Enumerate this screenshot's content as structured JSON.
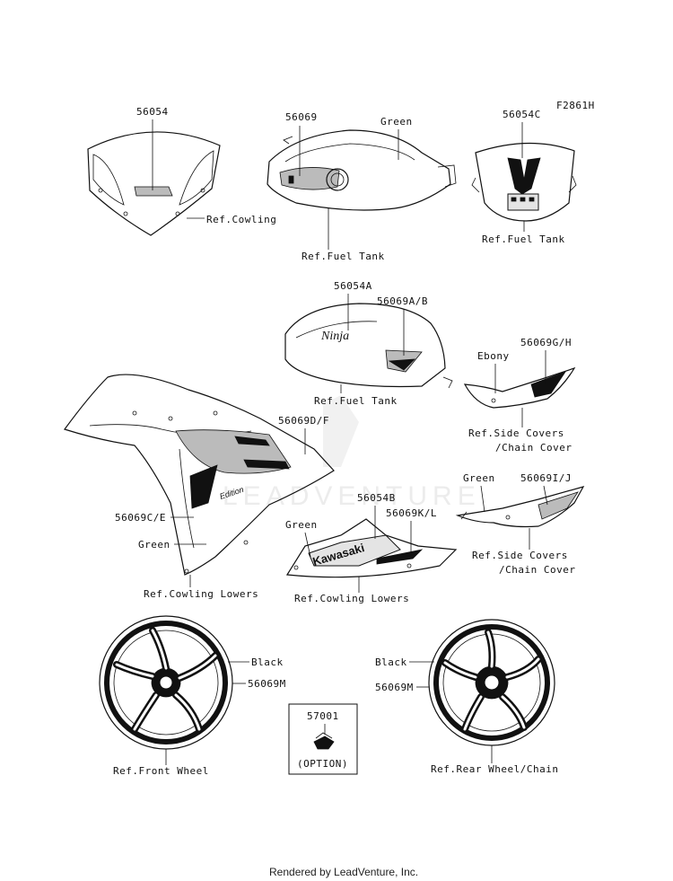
{
  "diagram_code": "F2861H",
  "watermark": "LEADVENTURE",
  "credit": "Rendered by LeadVenture, Inc.",
  "labels": {
    "p56054": "56054",
    "ref_cowling": "Ref.Cowling",
    "p56069": "56069",
    "green_tank": "Green",
    "ref_fuel_tank_1": "Ref.Fuel Tank",
    "p56054C": "56054C",
    "ref_fuel_tank_2": "Ref.Fuel Tank",
    "p56054A": "56054A",
    "p56069AB": "56069A/B",
    "ref_fuel_tank_3": "Ref.Fuel Tank",
    "ebony": "Ebony",
    "p56069GH": "56069G/H",
    "ref_side_covers_1": "Ref.Side Covers",
    "chain_cover_1": "/Chain Cover",
    "p56069DF": "56069D/F",
    "p56069CE": "56069C/E",
    "green_cowl": "Green",
    "ref_cowling_lowers_1": "Ref.Cowling Lowers",
    "p56054B": "56054B",
    "p56069KL": "56069K/L",
    "green_lower": "Green",
    "ref_cowling_lowers_2": "Ref.Cowling Lowers",
    "green_side": "Green",
    "p56069IJ": "56069I/J",
    "ref_side_covers_2": "Ref.Side Covers",
    "chain_cover_2": "/Chain Cover",
    "black_front": "Black",
    "p56069M_front": "56069M",
    "ref_front_wheel": "Ref.Front Wheel",
    "p57001": "57001",
    "option": "(OPTION)",
    "black_rear": "Black",
    "p56069M_rear": "56069M",
    "ref_rear_wheel": "Ref.Rear Wheel/Chain"
  },
  "decals": {
    "ninja": "Ninja",
    "kawasaki": "Kawasaki",
    "edition": "Edition"
  }
}
